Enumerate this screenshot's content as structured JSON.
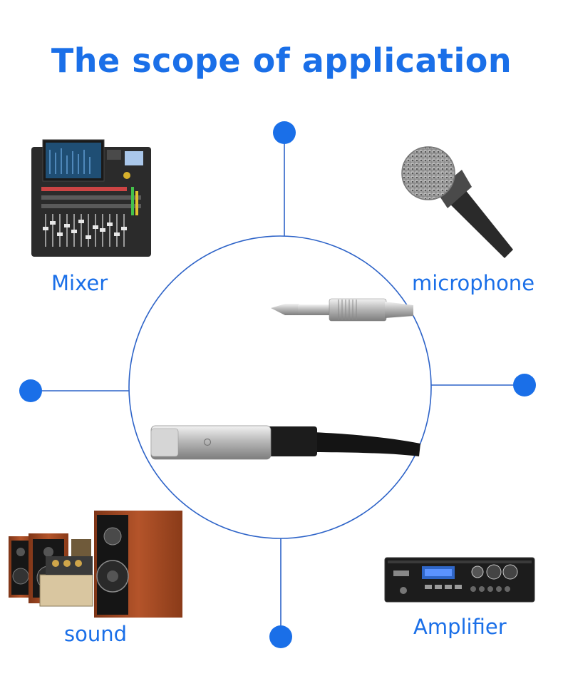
{
  "title": "The scope of application",
  "labels": {
    "mixer": "Mixer",
    "microphone": "microphone",
    "sound": "sound",
    "amplifier": "Amplifier"
  },
  "icons": [
    "mixer-console-image",
    "microphone-image",
    "speakers-image",
    "amplifier-image",
    "jack-plug-image",
    "xlr-connector-image"
  ],
  "colors": {
    "accent": "#1a6fe8",
    "line": "#2d63c8",
    "speaker_wood": "#a0461f",
    "cable": "#1a1a1a",
    "metal": "#c9c9c9"
  }
}
